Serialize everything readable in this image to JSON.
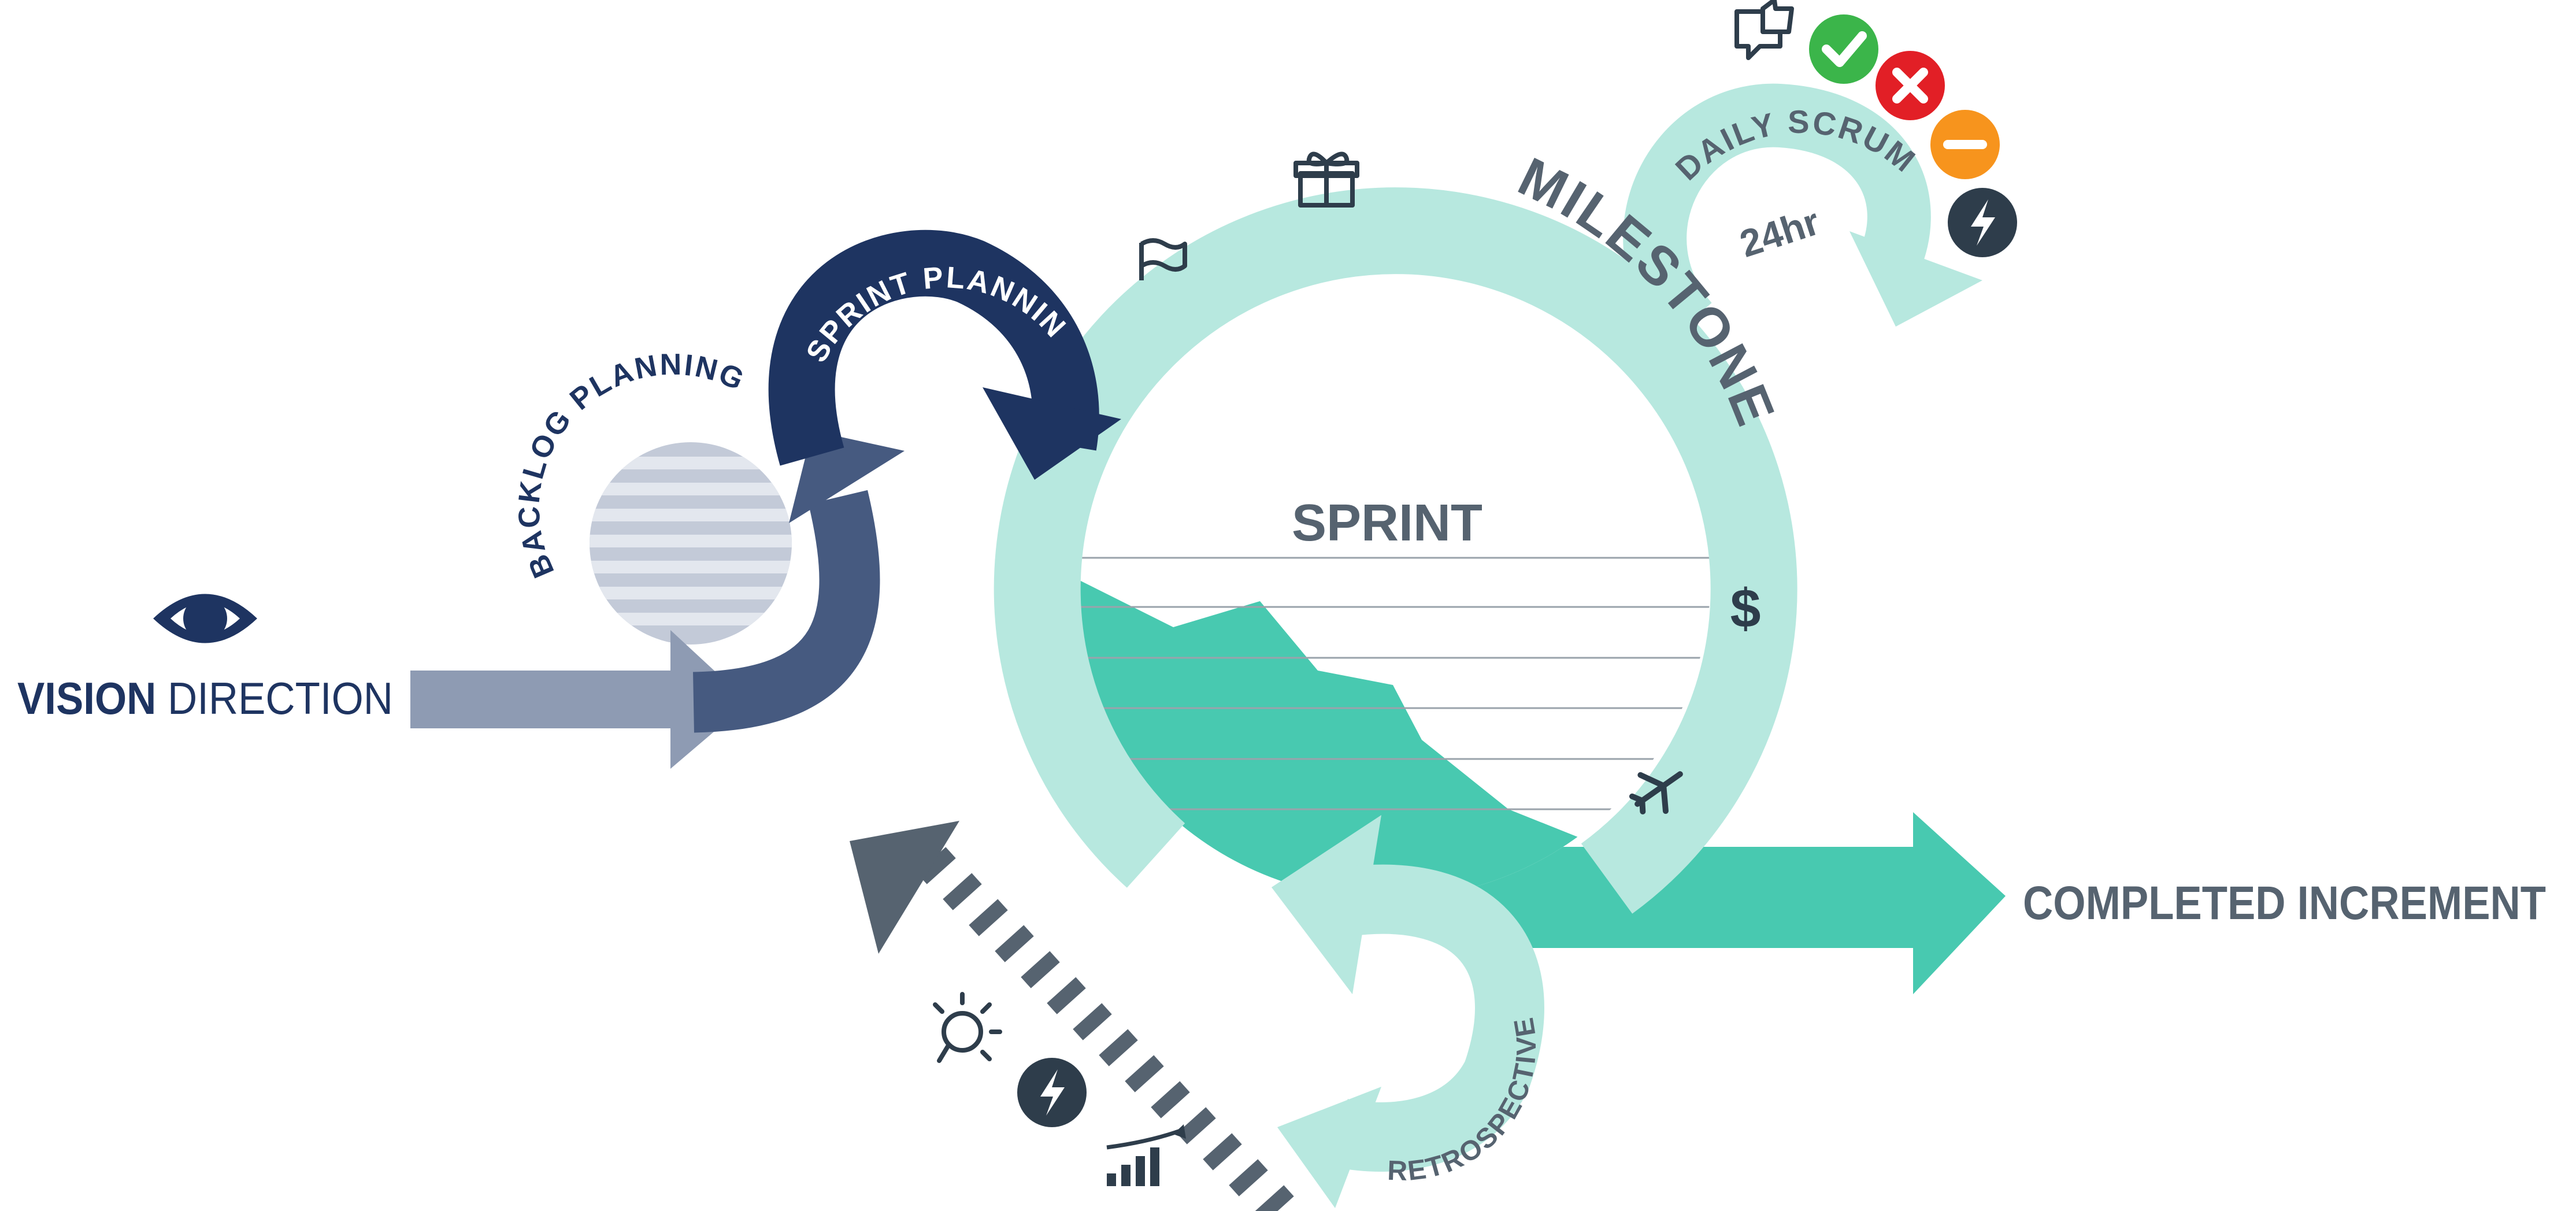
{
  "labels": {
    "vision_bold": "VISION",
    "vision_rest": " DIRECTION",
    "backlog": "BACKLOG PLANNING",
    "sprint_planning": "SPRINT PLANNING",
    "milestones": "MILESTONES",
    "sprint": "SPRINT",
    "daily_scrum": "DAILY SCRUM",
    "daily_duration": "24hr",
    "retrospective": "RETROSPECTIVE",
    "completed": "COMPLETED INCREMENT"
  },
  "icons": {
    "vision": "eye-icon",
    "milestones": [
      "flag-icon",
      "gift-icon",
      "dollar-icon",
      "airplane-icon"
    ],
    "daily_status": [
      "thumbs-up-chat-icon",
      "check-icon",
      "close-icon",
      "minus-icon",
      "lightning-icon"
    ],
    "retrospective": [
      "lightbulb-icon",
      "lightning-icon",
      "growth-chart-icon"
    ]
  },
  "colors": {
    "navy": "#1e3461",
    "slate_blue": "#465a80",
    "steel": "#8e9bb3",
    "mint_light": "#b7e8df",
    "teal": "#48c9b0",
    "dark_slate": "#566370",
    "status_green": "#3bb54a",
    "status_red": "#e21f26",
    "status_orange": "#f7941d",
    "status_dark": "#2e3d4b"
  }
}
